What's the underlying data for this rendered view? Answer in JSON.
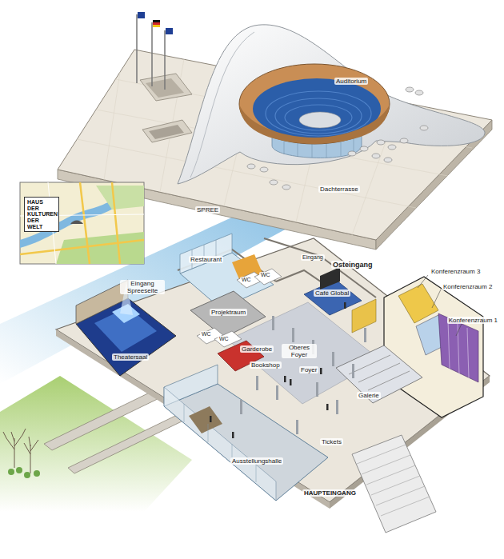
{
  "diagram": {
    "nodes": [
      {
        "text": [
          "HAUS DER KULTUREN DER WELT"
        ]
      }
    ],
    "labels": [
      "Auditorium",
      "Dachterrasse",
      "SPREE",
      "Restaurant",
      "Eingang Spreeseite",
      "Projektraum",
      "WC",
      "WC",
      "WC",
      "WC",
      "Garderobe",
      "Eingang",
      "Osteingang",
      "Café Global",
      "Oberes Foyer",
      "Bookshop",
      "Foyer",
      "Theatersaal",
      "Konferenzraum 3",
      "Konferenzraum 2",
      "Konferenzraum 1",
      "Galerie",
      "Tickets",
      "Ausstellungshalle",
      "HAUPTEINGANG"
    ]
  }
}
